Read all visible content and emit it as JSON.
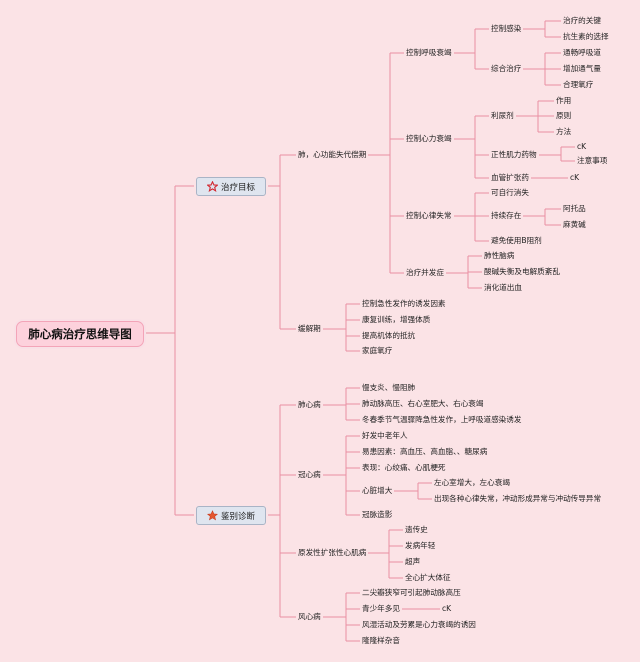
{
  "root": "肺心病治疗思维导图",
  "branches": [
    {
      "label": "治疗目标",
      "icon": "star-outline-icon"
    },
    {
      "label": "鉴别诊断",
      "icon": "star-filled-icon"
    }
  ],
  "labels": [
    "肺，心功能失代偿期",
    "控制呼吸衰竭",
    "控制感染",
    "治疗的关键",
    "抗生素的选择",
    "综合治疗",
    "通畅呼吸道",
    "增加通气量",
    "合理氧疗",
    "控制心力衰竭",
    "利尿剂",
    "作用",
    "原则",
    "方法",
    "正性肌力药物",
    "cK",
    "注意事项",
    "血管扩张药",
    "cK",
    "控制心律失常",
    "可自行消失",
    "持续存在",
    "阿托品",
    "麻黄碱",
    "避免使用B阻剂",
    "治疗并发症",
    "肺性脑病",
    "酸碱失衡及电解质紊乱",
    "消化道出血",
    "缓解期",
    "控制急性发作的诱发因素",
    "康复训练，增强体质",
    "提高机体的抵抗",
    "家庭氧疗",
    "肺心病",
    "慢支炎、慢阻肺",
    "肺动脉高压、右心室肥大、右心衰竭",
    "冬春季节气温骤降急性发作，上呼吸道感染诱发",
    "冠心病",
    "好发中老年人",
    "易患因素：高血压、高血脂、、糖尿病",
    "表现：心绞痛、心肌梗死",
    "心脏增大",
    "左心室增大，左心衰竭",
    "出现各种心律失常，冲动形成异常与冲动传导异常",
    "冠脉造影",
    "原发性扩张性心肌病",
    "遗传史",
    "发病年轻",
    "超声",
    "全心扩大体征",
    "风心病",
    "二尖瓣狭窄可引起肺动脉高压",
    "青少年多见",
    "cK",
    "风湿活动及劳累是心力衰竭的诱因",
    "隆隆样杂音"
  ]
}
